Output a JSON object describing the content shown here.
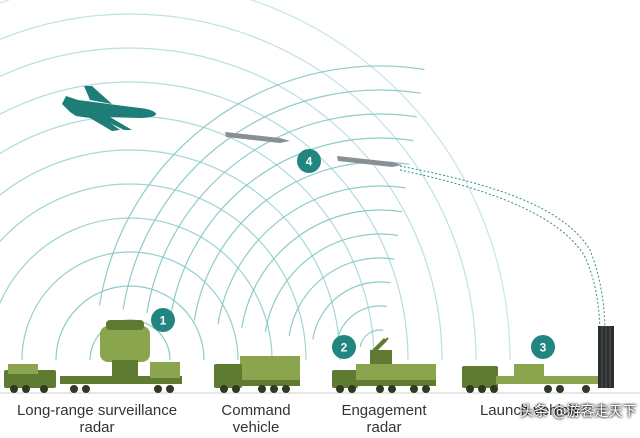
{
  "labels": [
    {
      "id": "long-range-radar",
      "text": "Long-range surveillance\nradar"
    },
    {
      "id": "command-vehicle",
      "text": "Command\nvehicle"
    },
    {
      "id": "engagement-radar",
      "text": "Engagement\nradar"
    },
    {
      "id": "launch-vehicle",
      "text": "Launch vehicle"
    }
  ],
  "badges": [
    "1",
    "2",
    "3",
    "4"
  ],
  "watermark": "头条 @游客走天下",
  "colors": {
    "waves": "#7fc7c4",
    "badge": "#21867f",
    "aircraft": "#1e7d77",
    "vehicle_dark": "#5f7b32",
    "vehicle_light": "#8aa54e",
    "missile": "#8a8f94",
    "trajectory": "#2f8f89",
    "caption": "#333333"
  },
  "icons": [
    "aircraft-icon",
    "missile-icon",
    "radar-dome-icon",
    "launcher-tubes-icon"
  ]
}
